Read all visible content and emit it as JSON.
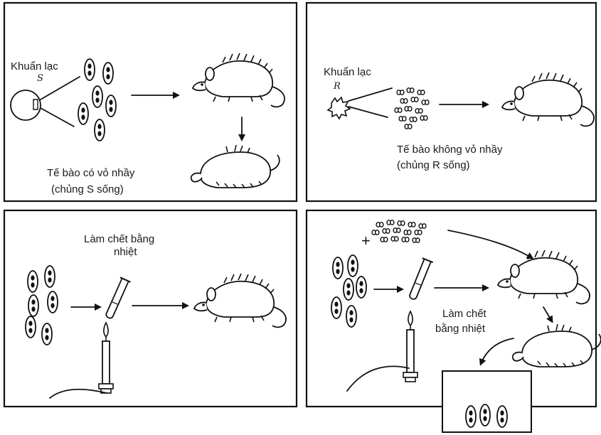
{
  "panels": {
    "top_left": {
      "colony_label": "Khuẩn lạc",
      "colony_mark": "S",
      "caption_line1": "Tế bào có vỏ nhầy",
      "caption_line2": "(chủng S sống)"
    },
    "top_right": {
      "colony_label": "Khuẩn lạc",
      "colony_mark": "R",
      "caption_line1": "Tế bào không vỏ nhầy",
      "caption_line2": "(chủng R sống)"
    },
    "bottom_left": {
      "caption_line1": "Làm chết bằng",
      "caption_line2": "nhiệt"
    },
    "bottom_right": {
      "plus_sign": "+",
      "caption_line1": "Làm chết",
      "caption_line2": "bằng nhiệt"
    }
  },
  "icons": [
    "s-colony-icon",
    "r-colony-icon",
    "capsulated-cell-icon",
    "small-cell-icon",
    "mouse-alive-icon",
    "mouse-dead-icon",
    "test-tube-icon",
    "candle-icon",
    "arrow-icon"
  ]
}
